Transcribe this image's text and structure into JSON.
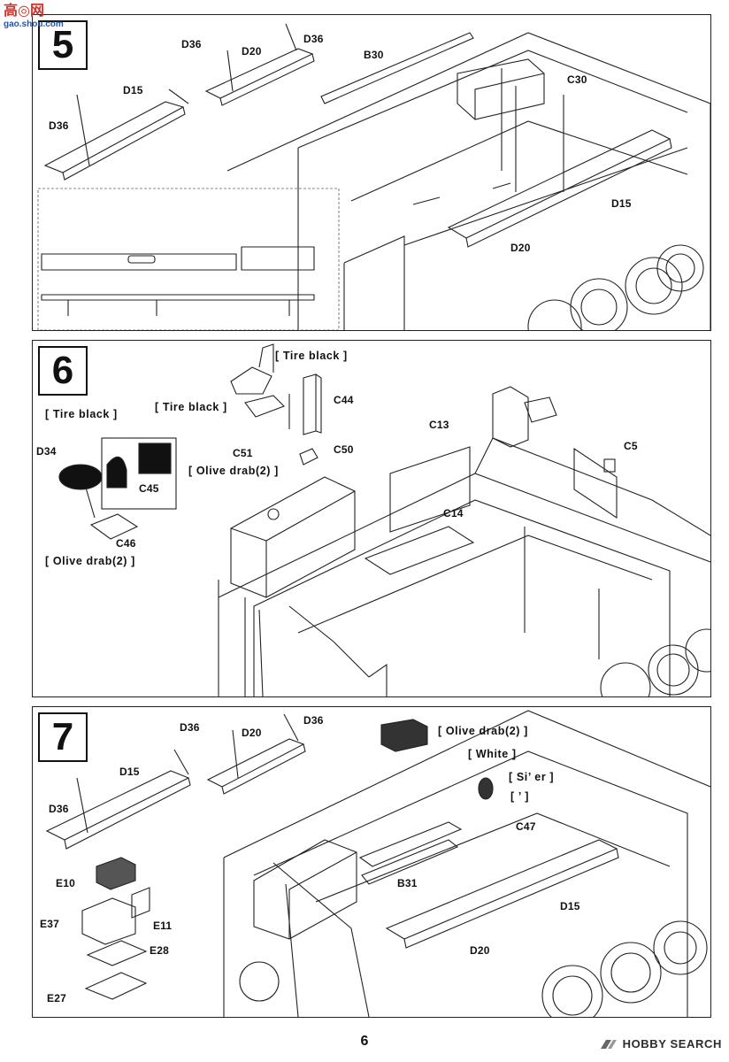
{
  "watermark_top": {
    "logo": "高◎网",
    "url": "gao.shou.com"
  },
  "steps": [
    {
      "number": "5",
      "parts": [
        "D36",
        "D20",
        "D36",
        "B30",
        "C30",
        "D15",
        "D36",
        "D15",
        "D20"
      ]
    },
    {
      "number": "6",
      "parts": [
        "C44",
        "C51",
        "C50",
        "D34",
        "C45",
        "C46",
        "C13",
        "C14",
        "C5"
      ],
      "notes": [
        "[ Tire black ]",
        "[ Tire black ]",
        "[ Tire black ]",
        "[ Olive drab(2) ]",
        "[ Olive drab(2) ]"
      ]
    },
    {
      "number": "7",
      "parts": [
        "D36",
        "D20",
        "D36",
        "D15",
        "D36",
        "C47",
        "B31",
        "D15",
        "D20",
        "E10",
        "E37",
        "E11",
        "E28",
        "E27"
      ],
      "notes": [
        "[ Olive drab(2) ]",
        "[ White ]",
        "[ Si’ er ]",
        "[ ’ ]"
      ]
    }
  ],
  "page_number": "6",
  "watermark_bottom": {
    "text": "HOBBY SEARCH"
  }
}
